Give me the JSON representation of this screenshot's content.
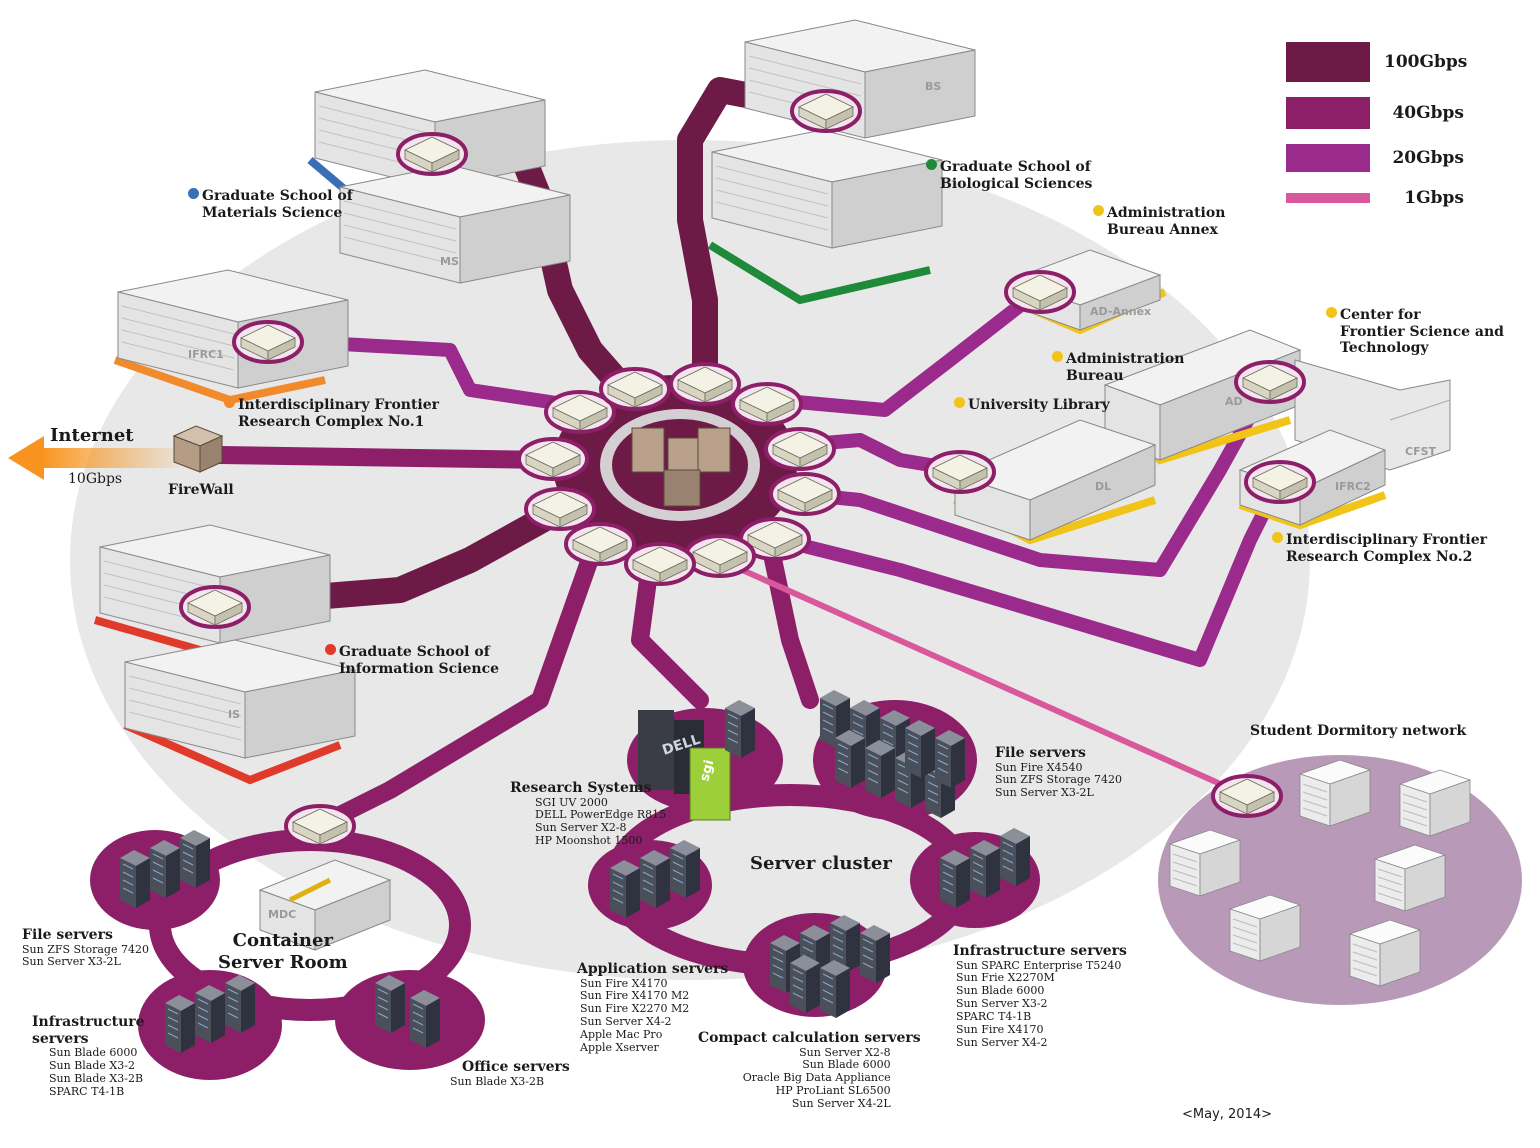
{
  "legend": [
    {
      "label": "100Gbps",
      "color": "#6e1a47"
    },
    {
      "label": "40Gbps",
      "color": "#8c1f68"
    },
    {
      "label": "20Gbps",
      "color": "#9a2a8c"
    },
    {
      "label": "1Gbps",
      "color": "#d9589c"
    }
  ],
  "internet": {
    "label": "Internet",
    "speed": "10Gbps",
    "firewall": "FireWall"
  },
  "sites": {
    "materials": {
      "line1": "Graduate School of",
      "line2": "Materials Science",
      "code": "MS",
      "color": "#3a6fb5"
    },
    "biological": {
      "line1": "Graduate School of",
      "line2": "Biological Sciences",
      "code": "BS",
      "color": "#1e8a3a"
    },
    "ad_annex": {
      "line1": "Administration",
      "line2": "Bureau Annex",
      "code": "AD-Annex",
      "color": "#f0c419"
    },
    "cfst": {
      "line1": "Center for",
      "line2": "Frontier Science and",
      "line3": "Technology",
      "code": "CFST",
      "color": "#f0c419"
    },
    "ad": {
      "line1": "Administration",
      "line2": "Bureau",
      "code": "AD",
      "color": "#f0c419"
    },
    "library": {
      "line1": "University Library",
      "code": "DL",
      "color": "#f0c419"
    },
    "ifrc1": {
      "line1": "Interdisciplinary Frontier",
      "line2": "Research Complex No.1",
      "code": "IFRC1",
      "color": "#f08a2a"
    },
    "ifrc2": {
      "line1": "Interdisciplinary Frontier",
      "line2": "Research Complex No.2",
      "code": "IFRC2",
      "color": "#f0c419"
    },
    "information": {
      "line1": "Graduate School of",
      "line2": "Information Science",
      "code": "IS",
      "color": "#e03a2a"
    }
  },
  "dormitory": {
    "label": "Student Dormitory network"
  },
  "server_cluster": {
    "title": "Server cluster",
    "research": {
      "title": "Research Systems",
      "items": [
        "SGI UV 2000",
        "DELL PowerEdge R815",
        "Sun Server X2-8",
        "HP Moonshot 1500"
      ]
    },
    "file": {
      "title": "File servers",
      "items": [
        "Sun Fire X4540",
        "Sun ZFS Storage 7420",
        "Sun Server X3-2L"
      ]
    },
    "application": {
      "title": "Application servers",
      "items": [
        "Sun Fire X4170",
        "Sun Fire X4170 M2",
        "Sun Fire X2270 M2",
        "Sun Server X4-2",
        "Apple Mac Pro",
        "Apple Xserver"
      ]
    },
    "infrastructure": {
      "title": "Infrastructure servers",
      "items": [
        "Sun SPARC Enterprise T5240",
        "Sun Frie X2270M",
        "Sun Blade 6000",
        "Sun Server X3-2",
        "SPARC T4-1B",
        "Sun Fire X4170",
        "Sun Server X4-2"
      ]
    },
    "compact": {
      "title": "Compact calculation servers",
      "items": [
        "Sun Server X2-8",
        "Sun Blade 6000",
        "Oracle Big Data Appliance",
        "HP ProLiant SL6500",
        "Sun Server X4-2L"
      ]
    }
  },
  "container_room": {
    "title_line1": "Container",
    "title_line2": "Server Room",
    "mdc": "MDC",
    "file": {
      "title": "File servers",
      "items": [
        "Sun ZFS Storage 7420",
        "Sun Server X3-2L"
      ]
    },
    "infrastructure": {
      "title_line1": "Infrastructure",
      "title_line2": "servers",
      "items": [
        "Sun Blade 6000",
        "Sun Blade X3-2",
        "Sun Blade X3-2B",
        "SPARC T4-1B"
      ]
    },
    "office": {
      "title": "Office servers",
      "items": [
        "Sun Blade X3-2B"
      ]
    }
  },
  "vendor_labels": {
    "dell": "DELL",
    "sgi": "sgi"
  },
  "date": "<May, 2014>"
}
